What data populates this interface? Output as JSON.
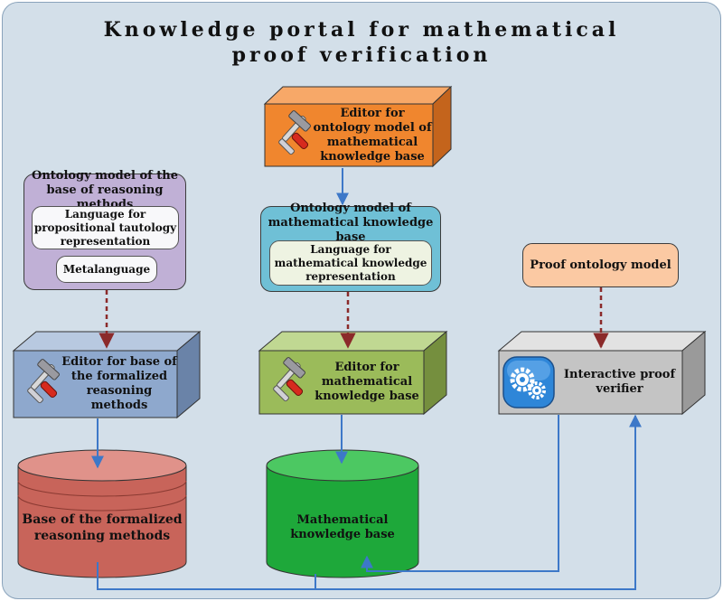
{
  "title_line1": "Knowledge portal for mathematical",
  "title_line2": "proof verification",
  "nodes": {
    "editor_ontology_model": "Editor for ontology model of mathematical knowledge base",
    "ontology_reasoning": "Ontology model of the base of reasoning methods",
    "lang_tautology": "Language for propositional tautology representation",
    "metalanguage": "Metalanguage",
    "ontology_math_kb": "Ontology model of mathematical knowledge base",
    "lang_math": "Language for mathematical knowledge representation",
    "proof_ontology": "Proof ontology model",
    "editor_reasoning": "Editor for base of the formalized reasoning methods",
    "editor_math_kb": "Editor for mathematical knowledge base",
    "proof_verifier": "Interactive proof verifier",
    "base_reasoning": "Base of the formalized reasoning methods",
    "math_kb": "Mathematical knowledge base"
  },
  "colors": {
    "background": "#d3dfe9",
    "orange": "#f0862e",
    "purple": "#c0b0d6",
    "cyan": "#6fc0d6",
    "peach": "#fbc9a3",
    "blue_grey": "#8ea8cd",
    "olive": "#9bbb5a",
    "grey": "#c4c4c4",
    "red_cylinder": "#c8645a",
    "green_cylinder": "#1ea83a",
    "solid_arrow": "#3d78c8",
    "dashed_arrow": "#8b2a2a"
  },
  "icons": [
    "tools-icon",
    "gears-icon"
  ]
}
